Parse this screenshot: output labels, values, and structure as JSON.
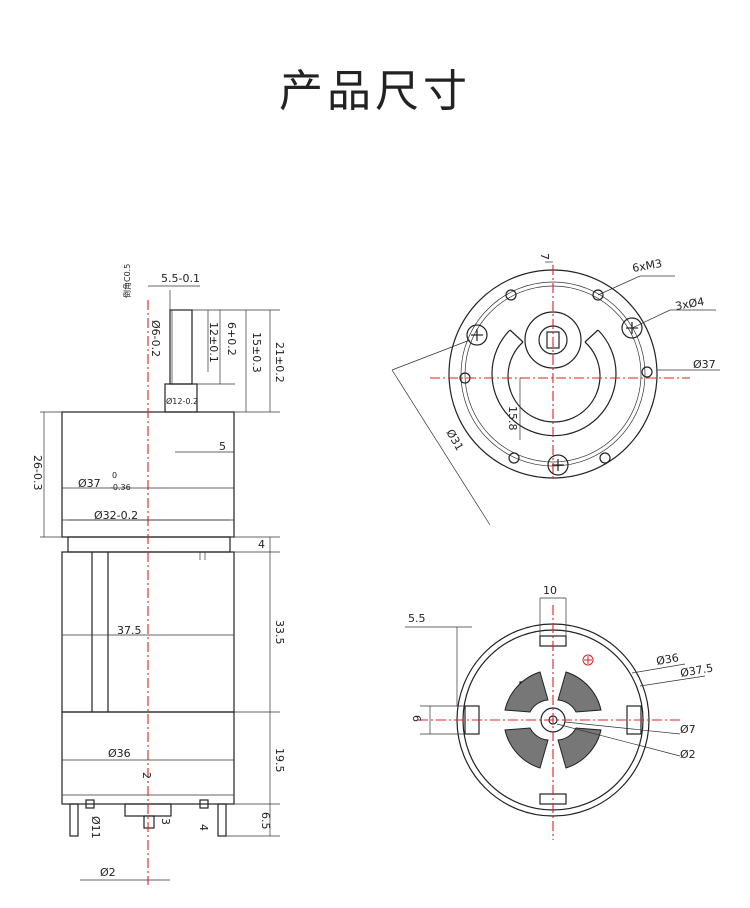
{
  "title": "产品尺寸",
  "side_view": {
    "chamfer_note": "倒角C0.5",
    "flat_width": "5.5-0.1",
    "shaft_dia": "Ø6-0.2",
    "flat_len": "12±0.1",
    "d_6": "6+0.2",
    "d_15": "15±0.3",
    "d_21": "21±0.2",
    "boss_dia": "Ø12-0.2",
    "boss_h": "5",
    "gearbox_len": "26-0.3",
    "gearbox_dia": "Ø37",
    "gearbox_dia_tol": "-0.36",
    "gearbox_dia_tol_upper": "0",
    "pilot_dia": "Ø32-0.2",
    "gap": "4",
    "motor_w": "37.5",
    "motor_len": "33.5",
    "endcap_dia": "Ø36",
    "endcap_len": "19.5",
    "pin_2": "2",
    "pin_3": "3",
    "pin_4": "4",
    "term_len": "6.5",
    "bearing_dia": "Ø11",
    "rear_shaft_dia": "Ø2"
  },
  "front_view": {
    "screws": "6xM3",
    "holes": "3xØ4",
    "flange_dia": "Ø37",
    "pcd": "Ø31",
    "offset": "7",
    "offset2": "15.8"
  },
  "rear_view": {
    "d_10": "10",
    "d_55": "5.5",
    "d_6": "6",
    "d_36": "Ø36",
    "d_375": "Ø37.5",
    "d_7": "Ø7",
    "d_2": "Ø2"
  }
}
